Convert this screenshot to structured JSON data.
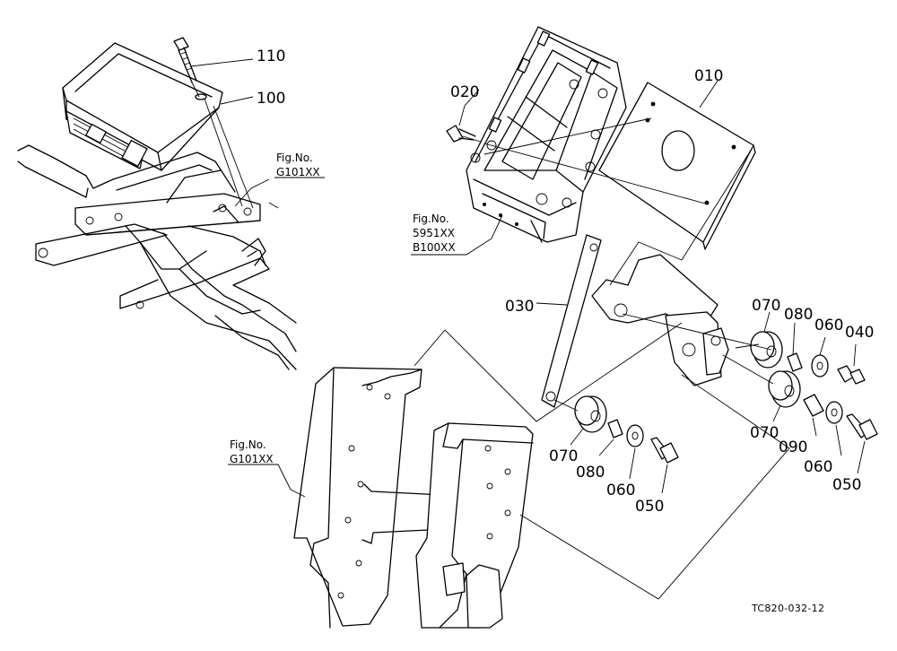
{
  "parts": {
    "p010": "010",
    "p020": "020",
    "p030": "030",
    "p040": "040",
    "p050a": "050",
    "p050b": "050",
    "p060a": "060",
    "p060b": "060",
    "p060c": "060",
    "p070a": "070",
    "p070b": "070",
    "p070c": "070",
    "p080a": "080",
    "p080b": "080",
    "p090": "090",
    "p100": "100",
    "p110": "110"
  },
  "figrefs": {
    "ref1": {
      "l1": "Fig.No.",
      "l2": "G101XX"
    },
    "ref2": {
      "l1": "Fig.No.",
      "l2": "5951XX",
      "l3": "B100XX"
    },
    "ref3": {
      "l1": "Fig.No.",
      "l2": "G101XX"
    }
  },
  "drawing_code": "TC820-032-12"
}
